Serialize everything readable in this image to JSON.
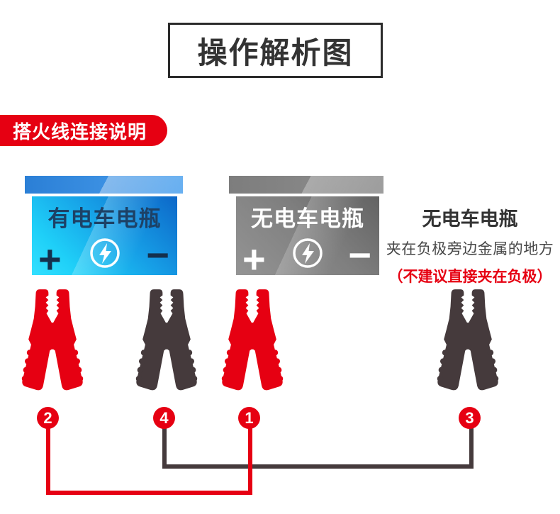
{
  "title": "操作解析图",
  "banner": {
    "label": "搭火线连接说明"
  },
  "donor_battery": {
    "label": "有电车电瓶",
    "plus": "+",
    "minus": "−"
  },
  "dead_battery": {
    "label": "无电车电瓶",
    "plus": "+",
    "minus": "−"
  },
  "note": {
    "heading": "无电车电瓶",
    "line1": "夹在负极旁边金属的地方",
    "line2": "（不建议直接夹在负极）"
  },
  "steps": [
    {
      "number": "2"
    },
    {
      "number": "4"
    },
    {
      "number": "1"
    },
    {
      "number": "3"
    }
  ],
  "clamps": [
    {
      "name": "red clamp",
      "color": "#e60012"
    },
    {
      "name": "black clamp",
      "color": "#453a3c"
    },
    {
      "name": "red clamp",
      "color": "#e60012"
    },
    {
      "name": "black clamp",
      "color": "#453a3c"
    }
  ],
  "connections": [
    {
      "from": "4",
      "to": "3",
      "color": "#453a3c"
    },
    {
      "from": "2",
      "to": "1",
      "color": "#e60012"
    }
  ],
  "colors": {
    "accent_red": "#e60012",
    "badge": "#e60012",
    "warning_text": "#e60012",
    "title_text": "#333333"
  }
}
